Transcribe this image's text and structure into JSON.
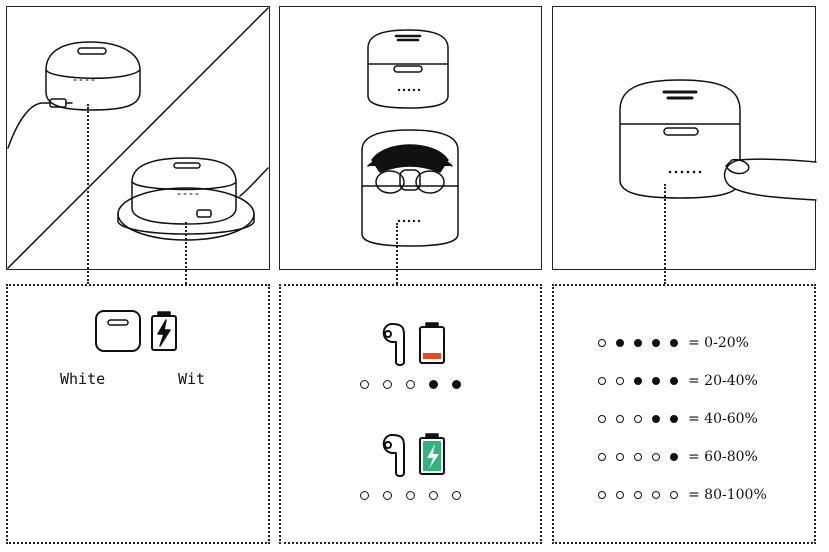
{
  "panel1": {
    "case_label": "White",
    "battery_label": "Wit"
  },
  "panel2": {
    "low_battery_dots": [
      false,
      false,
      false,
      true,
      true
    ],
    "full_battery_dots": [
      false,
      false,
      false,
      false,
      false
    ],
    "low_color": "#e24a1f",
    "full_color": "#2fb47a"
  },
  "panel3": {
    "legend": [
      {
        "dots": [
          false,
          true,
          true,
          true,
          true
        ],
        "range": "0-20%"
      },
      {
        "dots": [
          false,
          false,
          true,
          true,
          true
        ],
        "range": "20-40%"
      },
      {
        "dots": [
          false,
          false,
          false,
          true,
          true
        ],
        "range": "40-60%"
      },
      {
        "dots": [
          false,
          false,
          false,
          false,
          true
        ],
        "range": "60-80%"
      },
      {
        "dots": [
          false,
          false,
          false,
          false,
          false
        ],
        "range": "80-100%"
      }
    ]
  }
}
